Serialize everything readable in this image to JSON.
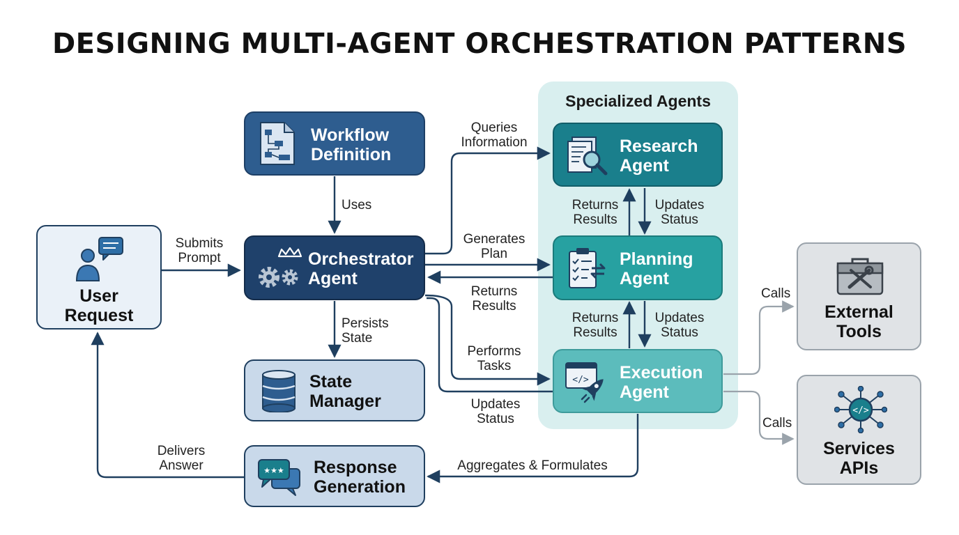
{
  "title": "DESIGNING MULTI-AGENT ORCHESTRATION PATTERNS",
  "group": {
    "title": "Specialized Agents"
  },
  "nodes": {
    "user_request": [
      "User",
      "Request"
    ],
    "workflow": [
      "Workflow",
      "Definition"
    ],
    "orchestrator": [
      "Orchestrator",
      "Agent"
    ],
    "state_manager": [
      "State",
      "Manager"
    ],
    "response": [
      "Response",
      "Generation"
    ],
    "research": [
      "Research",
      "Agent"
    ],
    "planning": [
      "Planning",
      "Agent"
    ],
    "execution": [
      "Execution",
      "Agent"
    ],
    "external_tools": [
      "External",
      "Tools"
    ],
    "services": [
      "Services",
      "APIs"
    ]
  },
  "edges": {
    "submits_prompt": [
      "Submits",
      "Prompt"
    ],
    "uses": [
      "Uses"
    ],
    "persists_state": [
      "Persists",
      "State"
    ],
    "queries_information": [
      "Queries",
      "Information"
    ],
    "generates_plan": [
      "Generates",
      "Plan"
    ],
    "returns_results_orch": [
      "Returns",
      "Results"
    ],
    "performs_tasks": [
      "Performs",
      "Tasks"
    ],
    "updates_status_orch": [
      "Updates",
      "Status"
    ],
    "returns_results_1": [
      "Returns",
      "Results"
    ],
    "updates_status_1": [
      "Updates",
      "Status"
    ],
    "returns_results_2": [
      "Returns",
      "Results"
    ],
    "updates_status_2": [
      "Updates",
      "Status"
    ],
    "calls_tools": [
      "Calls"
    ],
    "calls_apis": [
      "Calls"
    ],
    "aggregates": [
      "Aggregates & Formulates"
    ],
    "delivers_answer": [
      "Delivers",
      "Answer"
    ]
  },
  "colors": {
    "arrow": "#1f3f5f",
    "arrow_gray": "#9aa3ab",
    "workflow": "#2e5d8f",
    "orchestrator": "#1f416b",
    "light_box": "#c9d9ea",
    "user_box": "#eaf1f8",
    "research": "#1a7f8c",
    "planning": "#27a1a1",
    "execution": "#5cbcbc",
    "gray_box": "#e0e3e6",
    "group_bg": "#d9efef"
  }
}
